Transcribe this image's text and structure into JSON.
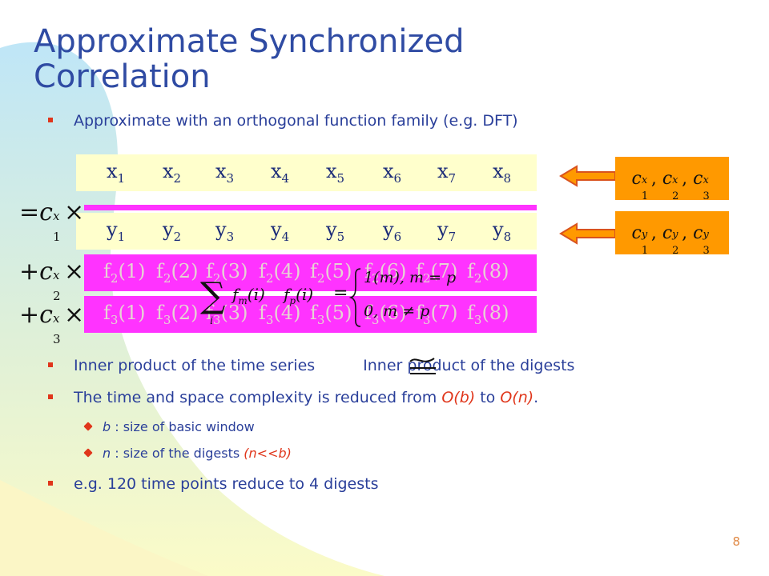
{
  "slide": {
    "title": "Approximate Synchronized Correlation",
    "page_number": "8"
  },
  "colors": {
    "title": "#2f4ba3",
    "bullet_text": "#2a3f9a",
    "bullet_marker": "#e0361b",
    "sequence_box": "#ffffcc",
    "function_box": "#ff33ff",
    "coefficient_box": "#ff9900"
  },
  "bullets": {
    "top": "Approximate with an orthogonal function family (e.g. DFT)",
    "inner_left": "Inner product of the time series",
    "inner_right": "Inner product of the digests",
    "complexity_a": "The time and space complexity is reduced from ",
    "complexity_ob": "O(b)",
    "complexity_b": " to ",
    "complexity_on": "O(n)",
    "complexity_c": ".",
    "sub_b_var": "b",
    "sub_b_text": " : size of basic window",
    "sub_n_var": "n",
    "sub_n_text": " : size of the digests ",
    "sub_n_cond": "(n<<b)",
    "example": "e.g. 120 time points reduce to 4 digests"
  },
  "sequences": {
    "x": [
      {
        "base": "x",
        "sub": "1"
      },
      {
        "base": "x",
        "sub": "2"
      },
      {
        "base": "x",
        "sub": "3"
      },
      {
        "base": "x",
        "sub": "4"
      },
      {
        "base": "x",
        "sub": "5"
      },
      {
        "base": "x",
        "sub": "6"
      },
      {
        "base": "x",
        "sub": "7"
      },
      {
        "base": "x",
        "sub": "8"
      }
    ],
    "y": [
      {
        "base": "y",
        "sub": "1"
      },
      {
        "base": "y",
        "sub": "2"
      },
      {
        "base": "y",
        "sub": "3"
      },
      {
        "base": "y",
        "sub": "4"
      },
      {
        "base": "y",
        "sub": "5"
      },
      {
        "base": "y",
        "sub": "6"
      },
      {
        "base": "y",
        "sub": "7"
      },
      {
        "base": "y",
        "sub": "8"
      }
    ],
    "f2": [
      {
        "base": "f",
        "sub": "2",
        "arg": "(1)"
      },
      {
        "base": "f",
        "sub": "2",
        "arg": "(2)"
      },
      {
        "base": "f",
        "sub": "2",
        "arg": "(3)"
      },
      {
        "base": "f",
        "sub": "2",
        "arg": "(4)"
      },
      {
        "base": "f",
        "sub": "2",
        "arg": "(5)"
      },
      {
        "base": "f",
        "sub": "2",
        "arg": "(6)"
      },
      {
        "base": "f",
        "sub": "2",
        "arg": "(7)"
      },
      {
        "base": "f",
        "sub": "2",
        "arg": "(8)"
      }
    ],
    "f3": [
      {
        "base": "f",
        "sub": "3",
        "arg": "(1)"
      },
      {
        "base": "f",
        "sub": "3",
        "arg": "(2)"
      },
      {
        "base": "f",
        "sub": "3",
        "arg": "(3)"
      },
      {
        "base": "f",
        "sub": "3",
        "arg": "(4)"
      },
      {
        "base": "f",
        "sub": "3",
        "arg": "(5)"
      },
      {
        "base": "f",
        "sub": "3",
        "arg": "(6)"
      },
      {
        "base": "f",
        "sub": "3",
        "arg": "(7)"
      },
      {
        "base": "f",
        "sub": "3",
        "arg": "(8)"
      }
    ]
  },
  "coefficients": {
    "c1_prefix": "=",
    "c2_prefix": "+",
    "c3_prefix": "+",
    "c_letter": "c",
    "sup_x": "x",
    "sub1": "1",
    "sub2": "2",
    "sub3": "3",
    "times": "×",
    "comma": ",",
    "sup_y": "y"
  },
  "formula": {
    "sum": "∑",
    "sum_index": "i",
    "term": "f",
    "m": "m",
    "p": "p",
    "i_arg": "(i)",
    "case1": "1(m), m = p",
    "case2": "0, m ≠ p",
    "equals": "="
  }
}
